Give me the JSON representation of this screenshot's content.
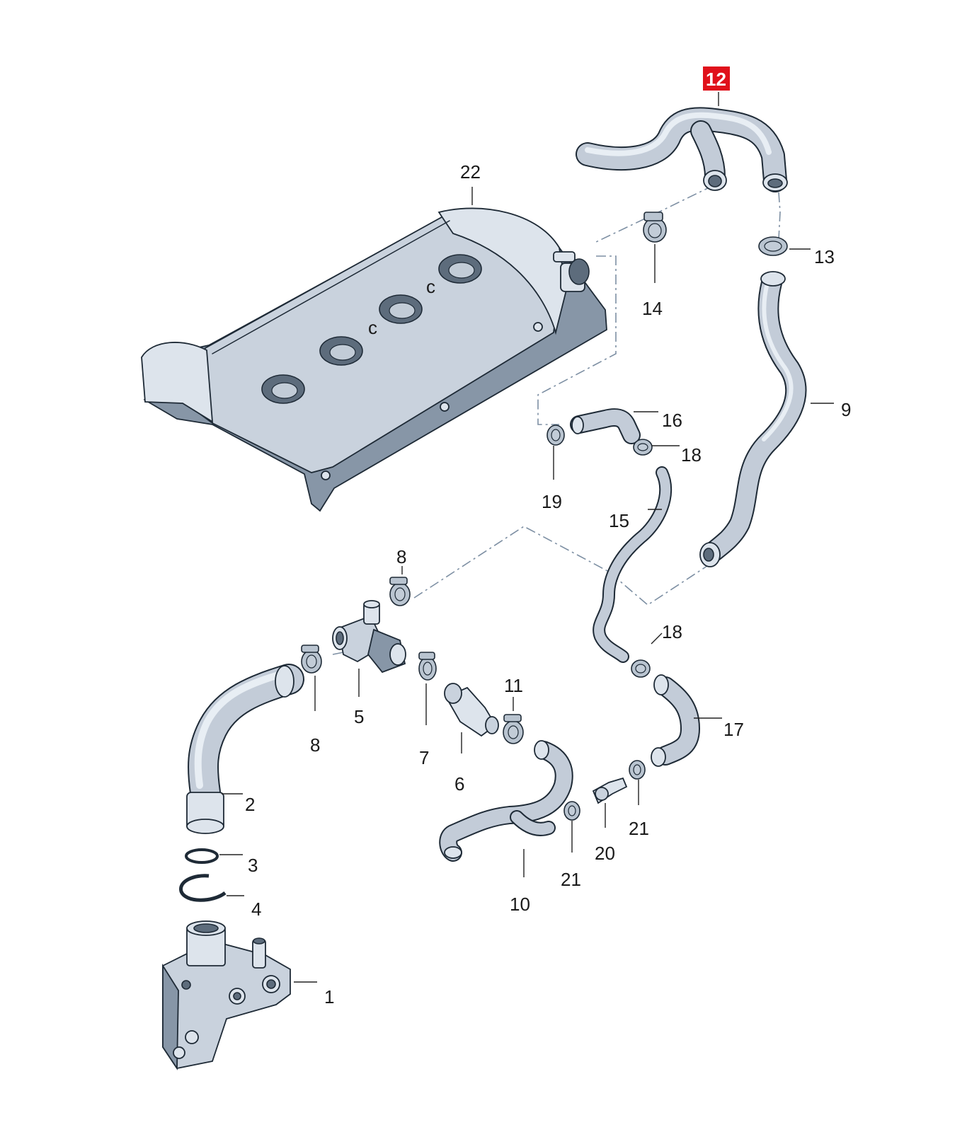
{
  "highlight_color": "#e0111b",
  "labels": {
    "p1": "1",
    "p2": "2",
    "p3": "3",
    "p4": "4",
    "p5": "5",
    "p6": "6",
    "p7": "7",
    "p8a": "8",
    "p8b": "8",
    "p9": "9",
    "p10": "10",
    "p11": "11",
    "p12": "12",
    "p13": "13",
    "p14": "14",
    "p15": "15",
    "p16": "16",
    "p17": "17",
    "p18a": "18",
    "p18b": "18",
    "p19": "19",
    "p20": "20",
    "p21a": "21",
    "p21b": "21",
    "p22": "22"
  }
}
